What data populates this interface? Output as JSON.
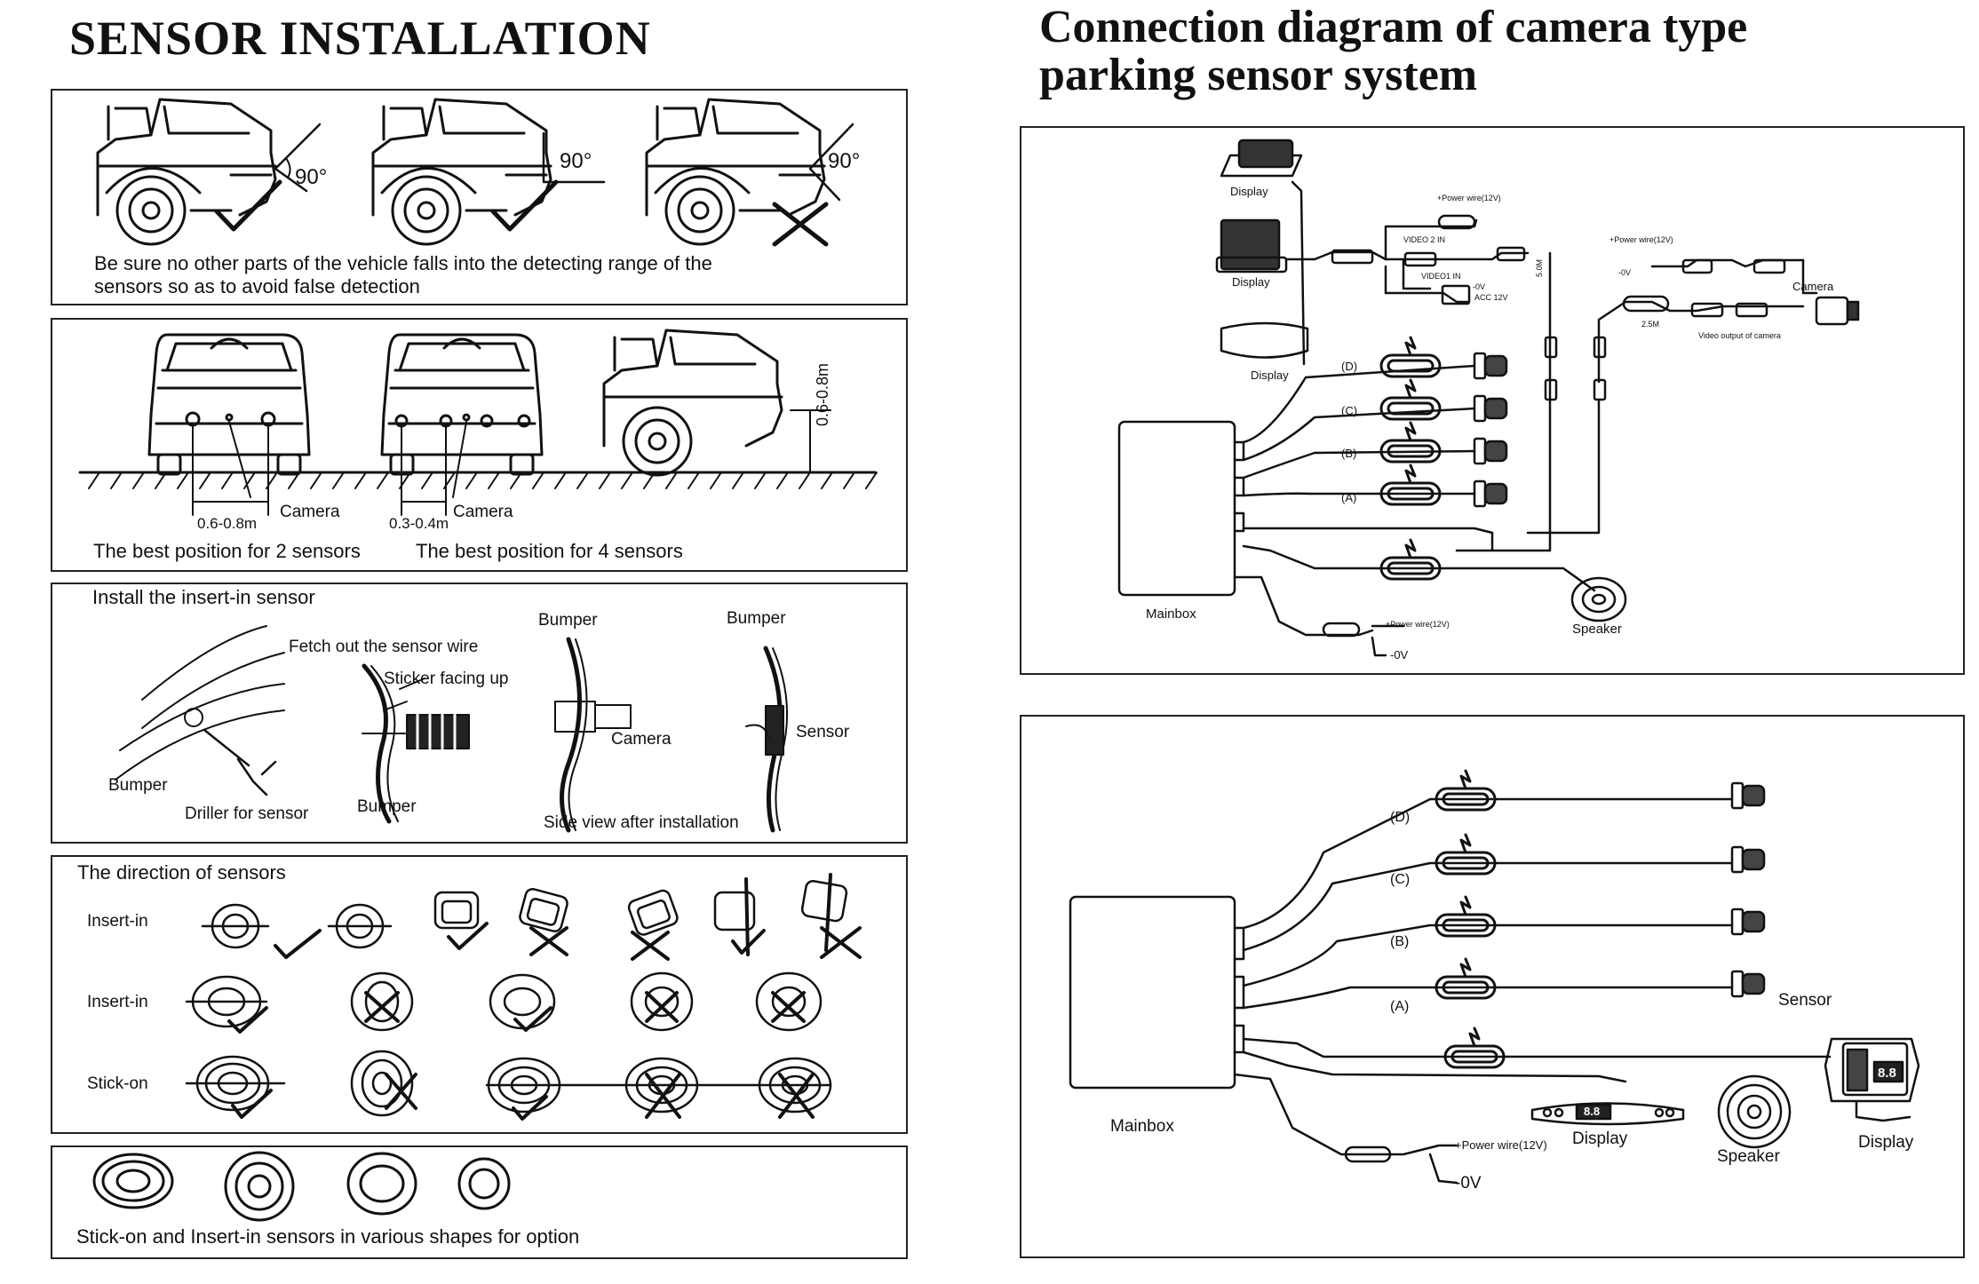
{
  "left": {
    "title": "SENSOR INSTALLATION",
    "panel1": {
      "angle_labels": [
        "90°",
        "90°",
        "90°"
      ],
      "caption_line1": "Be sure no other parts of the vehicle falls into the detecting range of the",
      "caption_line2": "sensors so as to avoid false detection"
    },
    "panel2": {
      "dist_2": "0.6-0.8m",
      "dist_4": "0.3-0.4m",
      "camera_a": "Camera",
      "camera_b": "Camera",
      "height": "0.6-0.8m",
      "caption_2": "The best position for 2 sensors",
      "caption_4": "The best position for 4 sensors"
    },
    "panel3": {
      "heading": "Install the insert-in sensor",
      "fetch": "Fetch out the sensor wire",
      "sticker": "Sticker facing up",
      "bumper_a": "Bumper",
      "bumper_b": "Bumper",
      "bumper_c": "Bumper",
      "bumper_d": "Bumper",
      "driller": "Driller for sensor",
      "camera": "Camera",
      "sensor": "Sensor",
      "side_view": "Side view after installation"
    },
    "panel4": {
      "heading": "The direction of sensors",
      "row1": "Insert-in",
      "row2": "Insert-in",
      "row3": "Stick-on"
    },
    "panel5": {
      "caption": "Stick-on and Insert-in sensors in various shapes for option"
    }
  },
  "right": {
    "title_line1": "Connection diagram of camera type",
    "title_line2": "parking sensor system",
    "diagram1": {
      "display_top": "Display",
      "display_mid": "Display",
      "display_mirror": "Display",
      "power_wire_top": "+Power wire(12V)",
      "video2": "VIDEO 2 IN",
      "video1": "VIDEO1 IN",
      "zero_v": "-0V",
      "acc": "ACC 12V",
      "power_cam": "+Power wire(12V)",
      "zero_v_cam": "-0V",
      "camera": "Camera",
      "video_output": "Video output of camera",
      "len_a": "5.0M",
      "len_b": "2.5M",
      "ch_d": "(D)",
      "ch_c": "(C)",
      "ch_b": "(B)",
      "ch_a": "(A)",
      "mainbox": "Mainbox",
      "speaker": "Speaker",
      "power_bottom": "+Power wire(12V)",
      "zero_v_bottom": "-0V"
    },
    "diagram2": {
      "ch_d": "(D)",
      "ch_c": "(C)",
      "ch_b": "(B)",
      "ch_a": "(A)",
      "sensor": "Sensor",
      "mainbox": "Mainbox",
      "power": "+Power wire(12V)",
      "zero_v": "-0V",
      "display_bar": "Display",
      "speaker": "Speaker",
      "display_lcd": "Display",
      "bar_readout": "8.8",
      "lcd_readout": "8.8"
    }
  }
}
